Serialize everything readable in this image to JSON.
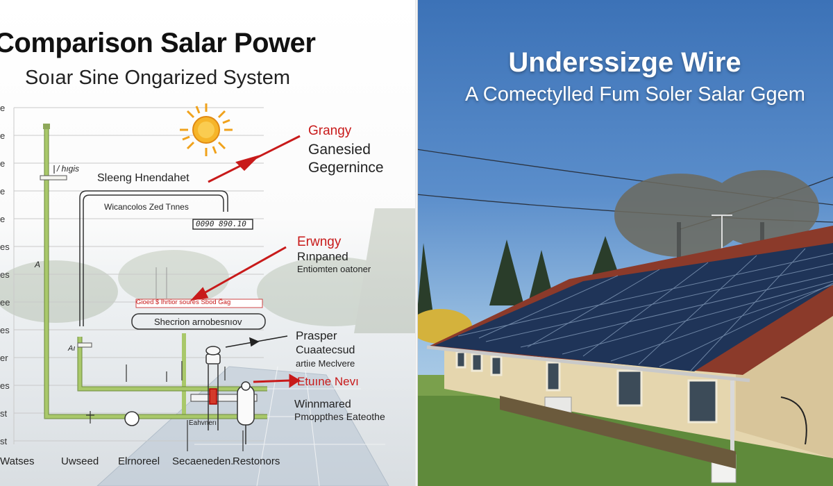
{
  "left_panel": {
    "title": "Comparison Salar Power",
    "subtitle": "Soıar Sine Ongarized System",
    "labels": {
      "ahgis": "/ hıgis",
      "sleeng": "Sleeng Hnendahet",
      "wicandcolos": "Wicancolos Zed Tnnes",
      "code": "0090 890.10",
      "red_line": "Gioed $ lhrtior soures Sbod Ğag",
      "shecrion": "Shecrion arnobesnıov",
      "small_a": "A",
      "small_ai": "Aı",
      "evanery": "Eahvnerı"
    },
    "annotations": [
      {
        "heading": "Grangy",
        "lines": [
          "Ganesied",
          "Gegernince"
        ]
      },
      {
        "heading": "Erwngy",
        "lines": [
          "Rınpaned",
          "Entiomten oatoner"
        ]
      },
      {
        "heading": "Prasper",
        "lines": [
          "Cuaatecsud",
          "artiıe Meclvere"
        ]
      },
      {
        "heading": "Etuıne Nevı",
        "lines": []
      },
      {
        "heading": "",
        "lines": [
          "Winnmared",
          "Pmoppthes Eateothe"
        ]
      }
    ],
    "x_labels": [
      "Watses",
      "Uwseed",
      "Elrnoreel",
      "Secaeneden.",
      "Restonors"
    ],
    "y_ticks": [
      "e",
      "e",
      "e",
      "e",
      "e",
      "es",
      "es",
      "ee",
      "es",
      "er",
      "es",
      "st",
      "st"
    ]
  },
  "right_panel": {
    "title": "Underssizge Wire",
    "subtitle": "A Comectylled Fum Soler Salar Ggem"
  },
  "colors": {
    "red_accent": "#c81a1a",
    "pipe_green": "#a9c86a",
    "sky_blue": "#4a82c4"
  }
}
